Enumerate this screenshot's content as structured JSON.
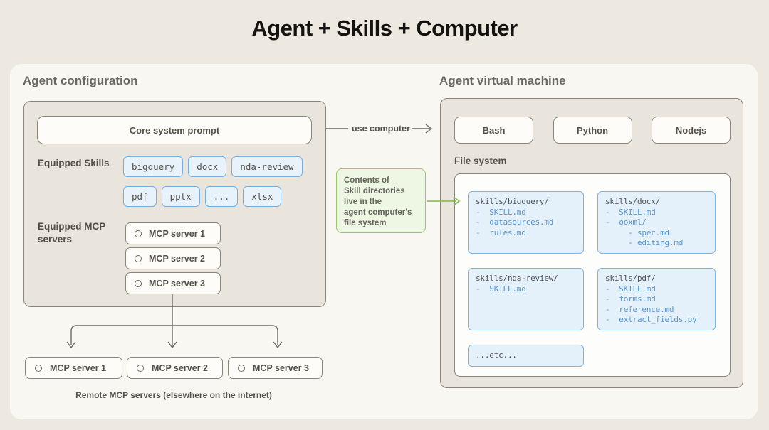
{
  "title": "Agent + Skills + Computer",
  "agent_config": {
    "heading": "Agent configuration",
    "core_prompt": "Core system prompt",
    "skills_label": "Equipped Skills",
    "skills": [
      "bigquery",
      "docx",
      "nda-review",
      "pdf",
      "pptx",
      "...",
      "xlsx"
    ],
    "mcp_label": "Equipped MCP servers",
    "mcp_servers": [
      "MCP server 1",
      "MCP server 2",
      "MCP server 3"
    ]
  },
  "use_computer_label": "use computer",
  "note": {
    "text": "Contents of\nSkill directories\nlive in the\nagent computer's\nfile system"
  },
  "vm": {
    "heading": "Agent virtual machine",
    "runtimes": [
      "Bash",
      "Python",
      "Nodejs"
    ],
    "file_system_label": "File system",
    "directories": [
      {
        "path": "skills/bigquery/",
        "files": [
          "-  SKILL.md",
          "-  datasources.md",
          "-  rules.md"
        ]
      },
      {
        "path": "skills/docx/",
        "files": [
          "-  SKILL.md",
          "-  ooxml/",
          "     - spec.md",
          "     - editing.md"
        ]
      },
      {
        "path": "skills/nda-review/",
        "files": [
          "-  SKILL.md"
        ]
      },
      {
        "path": "skills/pdf/",
        "files": [
          "-  SKILL.md",
          "-  forms.md",
          "-  reference.md",
          "-  extract_fields.py"
        ]
      },
      {
        "path": "...etc...",
        "files": []
      }
    ]
  },
  "remote_mcp": {
    "servers": [
      "MCP server 1",
      "MCP server 2",
      "MCP server 3"
    ],
    "caption": "Remote MCP servers (elsewhere on the internet)"
  },
  "colors": {
    "page_background": "#EDE8E0",
    "card_background": "#F9F7F1",
    "panel_background": "#EAE5DC",
    "panel_border": "#8A857B",
    "chip_background": "#E7F2FB",
    "chip_border": "#77AEDD",
    "file_text_blue": "#5796D2",
    "note_background": "#EEF6E4",
    "note_border": "#95CA62",
    "connector_line": "#6D6A62",
    "green_arrow": "#7CB84B"
  }
}
